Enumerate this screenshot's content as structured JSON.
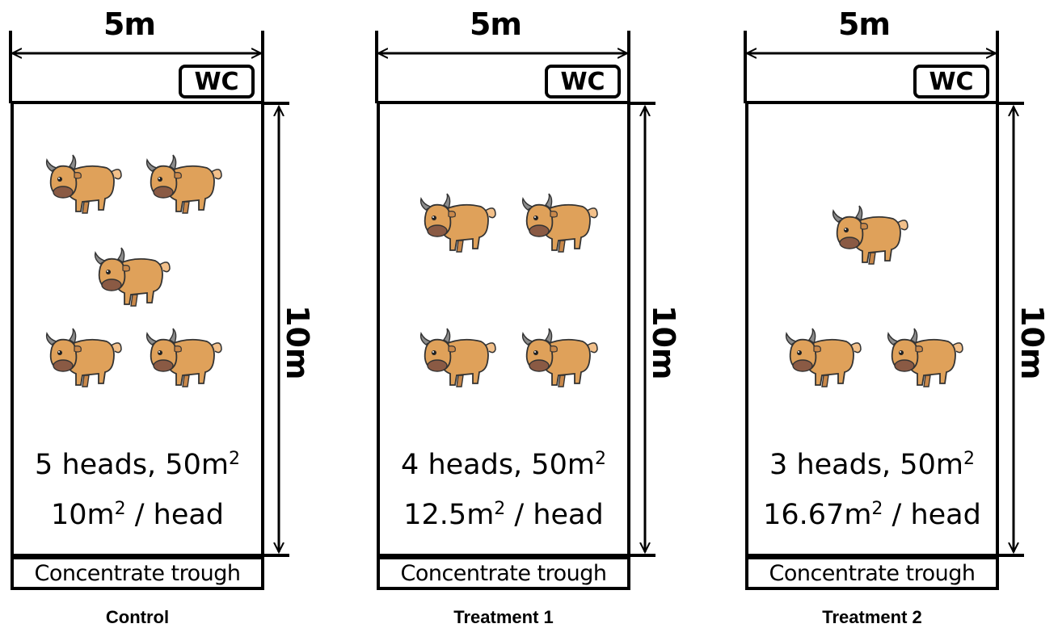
{
  "panels": [
    {
      "title": "Control",
      "width_label": "5m",
      "length_label": "10m",
      "wc_label": "WC",
      "trough_label": "Concentrate trough",
      "heads_line_main": "5 heads, 50m",
      "heads_line_sup": "2",
      "density_value": "10m",
      "density_sup": "2",
      "density_suffix": " / head",
      "cattle_count": 5
    },
    {
      "title": "Treatment 1",
      "width_label": "5m",
      "length_label": "10m",
      "wc_label": "WC",
      "trough_label": "Concentrate trough",
      "heads_line_main": "4 heads, 50m",
      "heads_line_sup": "2",
      "density_value": "12.5m",
      "density_sup": "2",
      "density_suffix": " / head",
      "cattle_count": 4
    },
    {
      "title": "Treatment 2",
      "width_label": "5m",
      "length_label": "10m",
      "wc_label": "WC",
      "trough_label": "Concentrate trough",
      "heads_line_main": "3 heads, 50m",
      "heads_line_sup": "2",
      "density_value": "16.67m",
      "density_sup": "2",
      "density_suffix": " / head",
      "cattle_count": 3
    }
  ],
  "colors": {
    "cattle_body": "#dfa15a",
    "cattle_horn": "#8c8c8c",
    "cattle_nose": "#8a5a44",
    "line": "#000000"
  },
  "icons": {
    "cattle": "cattle-icon",
    "dimension_arrow": "dimension-arrow-icon"
  }
}
